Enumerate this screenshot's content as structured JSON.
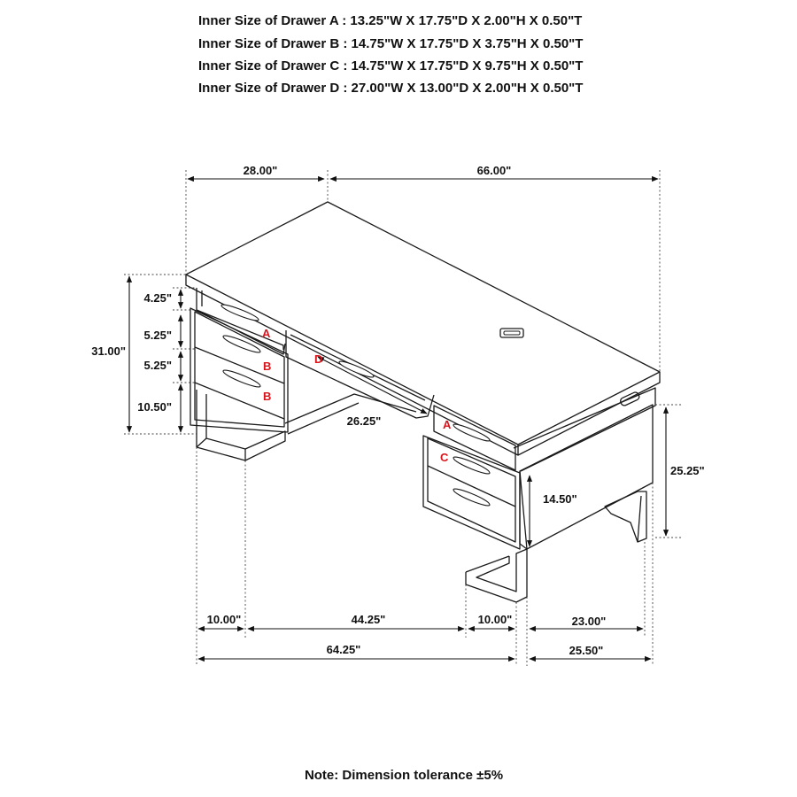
{
  "specs": [
    "Inner Size of Drawer A : 13.25\"W X 17.75\"D X 2.00\"H X 0.50\"T",
    "Inner Size of Drawer B : 14.75\"W X 17.75\"D X 3.75\"H X 0.50\"T",
    "Inner Size of Drawer C : 14.75\"W X 17.75\"D X 9.75\"H X 0.50\"T",
    "Inner Size of Drawer D : 27.00\"W X 13.00\"D X 2.00\"H X 0.50\"T"
  ],
  "dimensions": {
    "top_left_width": "28.00\"",
    "top_length": "66.00\"",
    "drawer_a_height": "4.25\"",
    "drawer_b1_height": "5.25\"",
    "drawer_b2_height": "5.25\"",
    "leg_height": "10.50\"",
    "total_height": "31.00\"",
    "knee_height": "26.25\"",
    "side_height": "25.25\"",
    "pedestal_height": "14.50\"",
    "left_leg_width": "10.00\"",
    "knee_width": "44.25\"",
    "right_leg_width": "10.00\"",
    "side_depth": "23.00\"",
    "overall_width": "64.25\"",
    "overall_depth": "25.50\""
  },
  "drawer_labels": {
    "a_left": "A",
    "b_upper": "B",
    "b_lower": "B",
    "d_center": "D",
    "a_right": "A",
    "c_right": "C"
  },
  "note": "Note: Dimension tolerance ±5%",
  "colors": {
    "line": "#1a1a1a",
    "label_red": "#d9141b",
    "text": "#111111"
  }
}
